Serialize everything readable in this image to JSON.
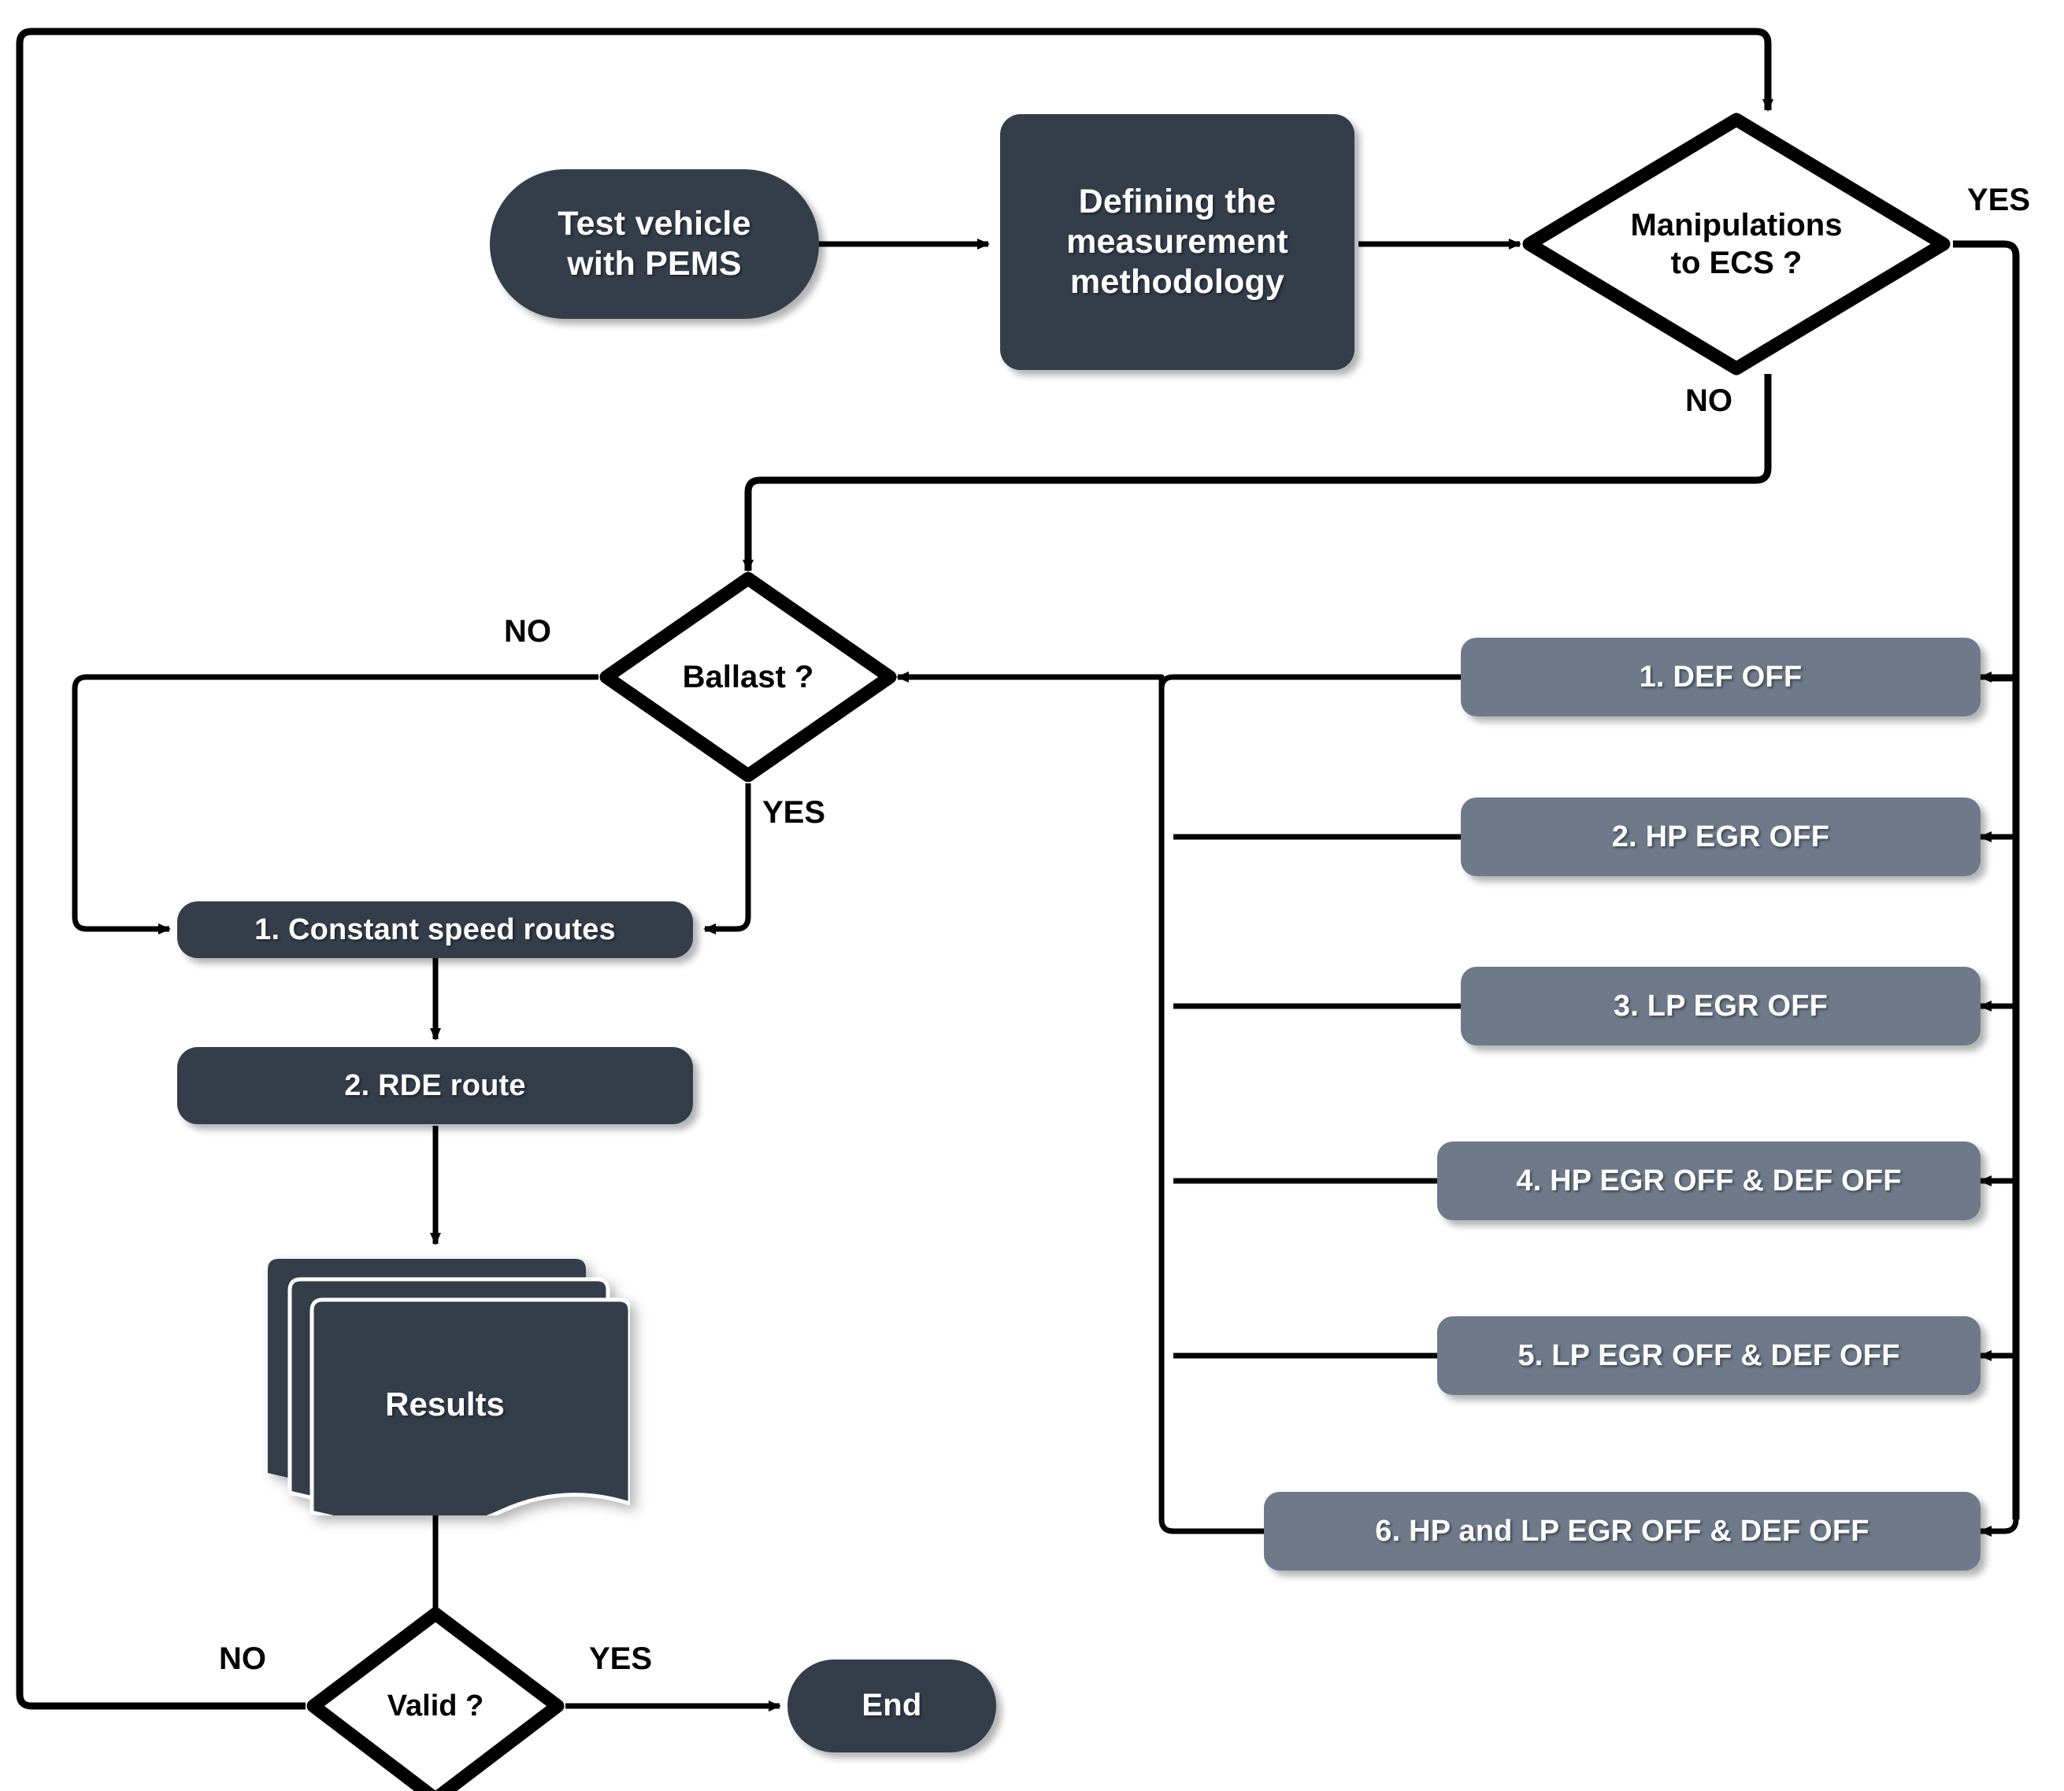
{
  "diagram": {
    "type": "flowchart",
    "title": "PEMS test vehicle measurement and ECS manipulation flowchart",
    "colors": {
      "dark_node": "#343e4b",
      "grey_node": "#6e7a8a",
      "line": "#000000",
      "background": "#ffffff",
      "node_text": "#ffffff",
      "label_text": "#000000"
    }
  },
  "nodes": {
    "start": {
      "label": "Test vehicle\nwith PEMS",
      "line1": "Test vehicle",
      "line2": "with PEMS",
      "shape": "capsule",
      "style": "dark"
    },
    "methodology": {
      "line1": "Defining the",
      "line2": "measurement",
      "line3": "methodology",
      "shape": "rounded-rect",
      "style": "dark"
    },
    "manipulations": {
      "line1": "Manipulations",
      "line2": "to ECS ?",
      "shape": "diamond"
    },
    "ballast": {
      "label": "Ballast ?",
      "shape": "diamond"
    },
    "constant_speed": {
      "label": "1.  Constant speed routes",
      "shape": "rounded-rect",
      "style": "dark"
    },
    "rde_route": {
      "label": "2. RDE route",
      "shape": "rounded-rect",
      "style": "dark"
    },
    "results": {
      "label": "Results",
      "shape": "multi-document",
      "style": "dark"
    },
    "valid": {
      "label": "Valid ?",
      "shape": "diamond"
    },
    "end": {
      "label": "End",
      "shape": "capsule",
      "style": "dark"
    }
  },
  "manipulation_options": [
    {
      "label": "1.  DEF OFF"
    },
    {
      "label": "2. HP EGR OFF"
    },
    {
      "label": "3. LP EGR OFF"
    },
    {
      "label": "4. HP EGR OFF & DEF OFF"
    },
    {
      "label": "5. LP EGR OFF & DEF OFF"
    },
    {
      "label": "6. HP and LP EGR OFF & DEF OFF"
    }
  ],
  "edge_labels": {
    "manipulations_yes": "YES",
    "manipulations_no": "NO",
    "ballast_no": "NO",
    "ballast_yes": "YES",
    "valid_no": "NO",
    "valid_yes": "YES"
  }
}
